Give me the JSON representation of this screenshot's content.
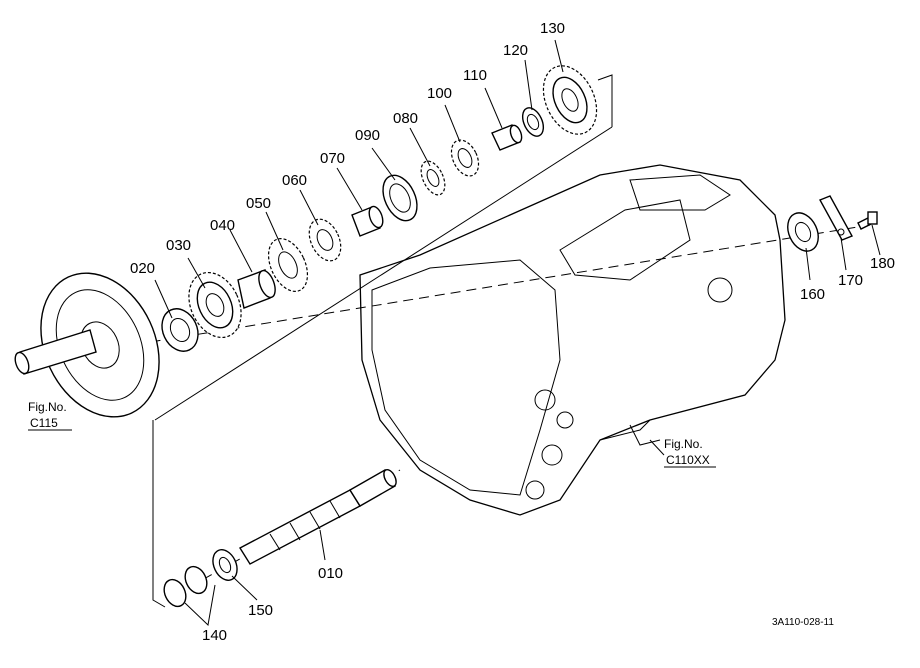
{
  "diagram": {
    "part_labels": [
      "010",
      "020",
      "030",
      "040",
      "050",
      "060",
      "070",
      "080",
      "090",
      "100",
      "110",
      "120",
      "130",
      "140",
      "150",
      "160",
      "170",
      "180"
    ],
    "fig_refs": [
      {
        "line1": "Fig.No.",
        "line2": "C115"
      },
      {
        "line1": "Fig.No.",
        "line2": "C110XX"
      }
    ],
    "drawing_code": "3A110-028-11"
  }
}
